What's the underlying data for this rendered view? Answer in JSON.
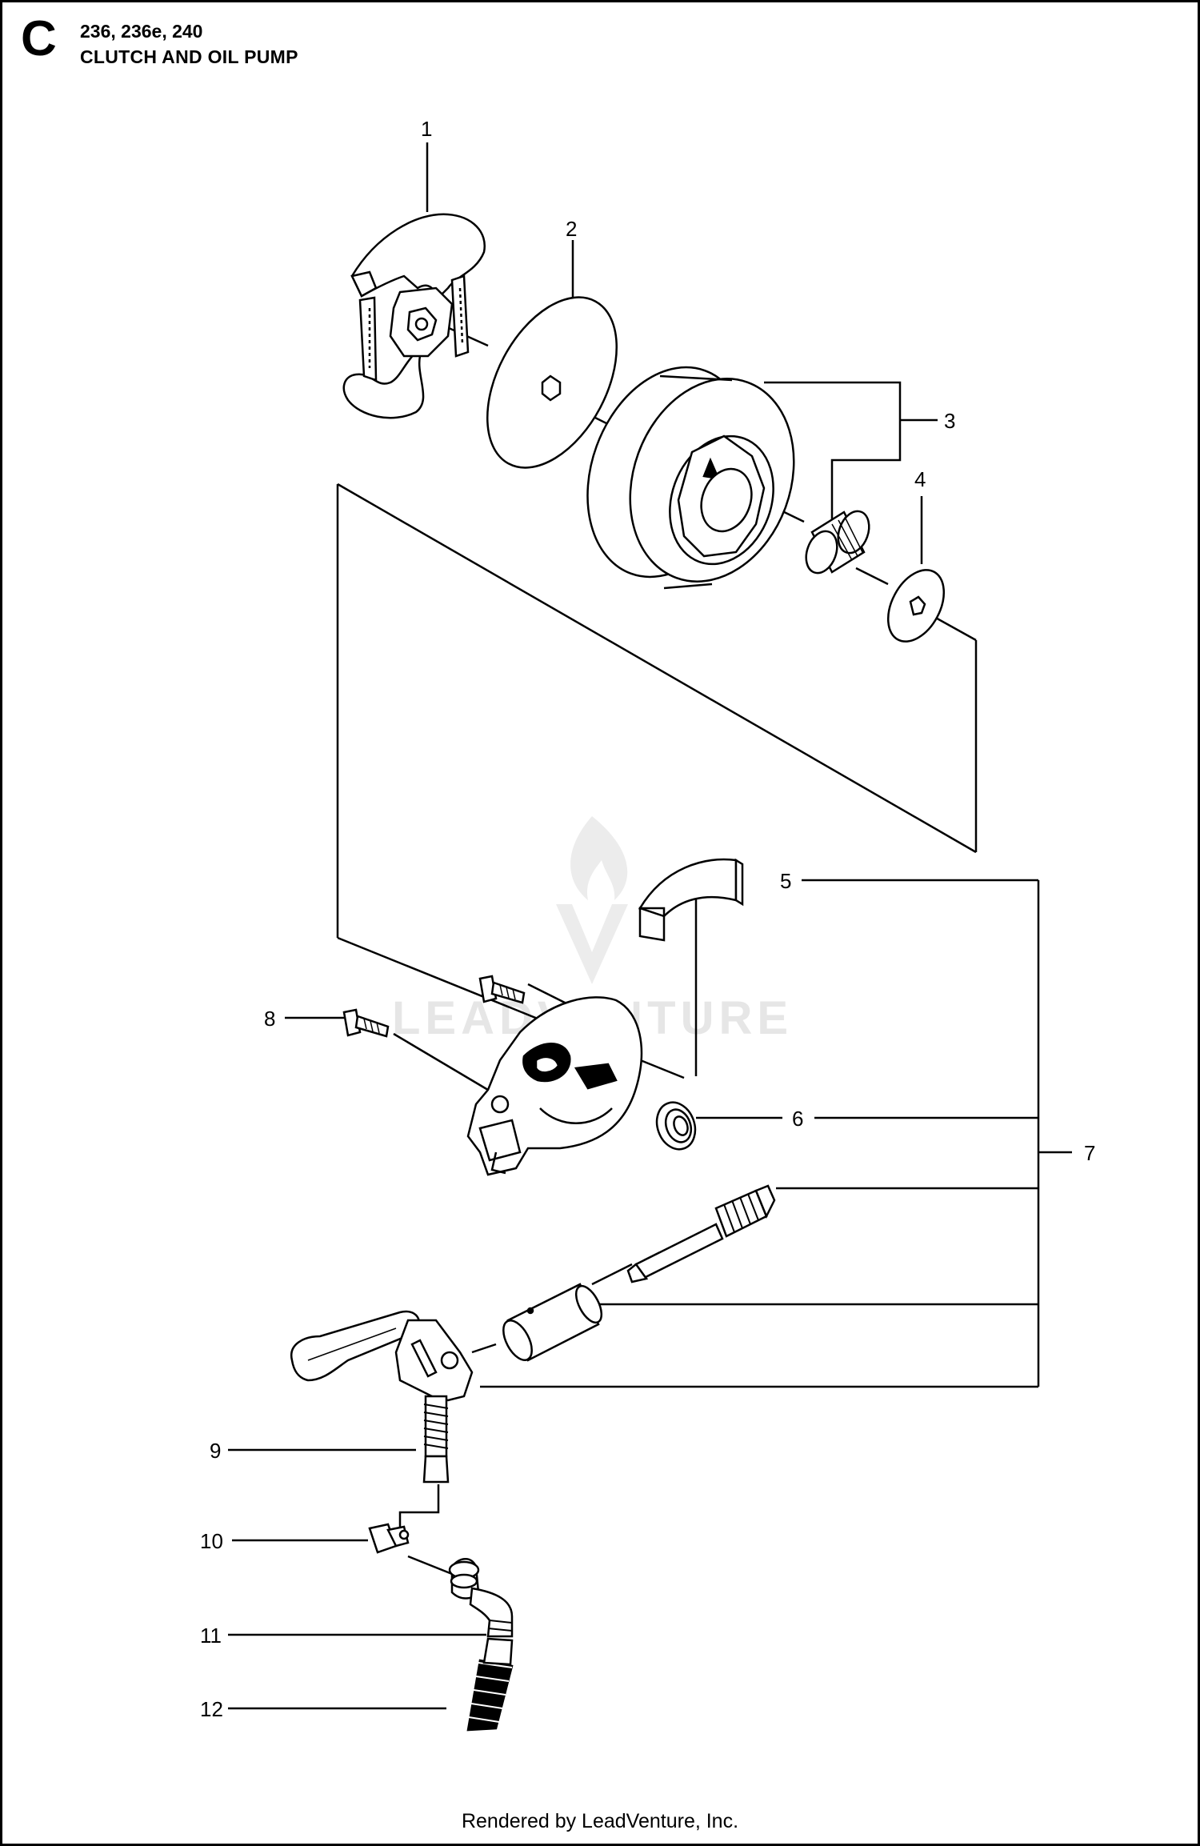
{
  "header": {
    "section_letter": "C",
    "models": "236, 236e, 240",
    "title": "CLUTCH AND OIL PUMP"
  },
  "callouts": [
    "1",
    "2",
    "3",
    "4",
    "5",
    "6",
    "7",
    "8",
    "9",
    "10",
    "11",
    "12"
  ],
  "watermark": {
    "text": "LEADVENTURE"
  },
  "footer": {
    "text": "Rendered by LeadVenture, Inc."
  },
  "colors": {
    "line": "#000000",
    "part_fill": "#ffffff",
    "watermark": "#e6e6e6"
  }
}
